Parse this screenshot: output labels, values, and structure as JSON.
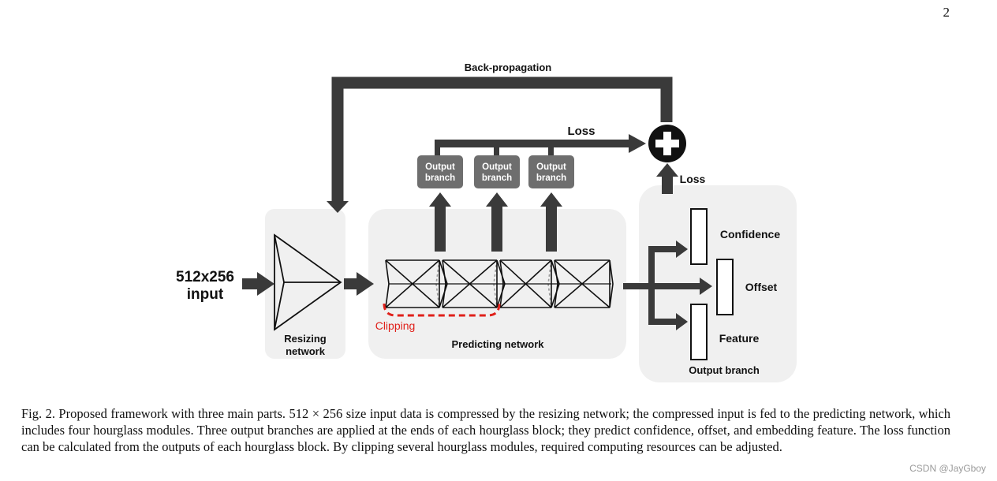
{
  "page_number": "2",
  "diagram": {
    "backprop_label": "Back-propagation",
    "loss_top_label": "Loss",
    "loss_right_label": "Loss",
    "input_label_line1": "512x256",
    "input_label_line2": "input",
    "resizing_label_line1": "Resizing",
    "resizing_label_line2": "network",
    "predicting_label": "Predicting network",
    "clipping_label": "Clipping",
    "output_branch_label_line1": "Output",
    "output_branch_label_line2": "branch",
    "output_panel_label": "Output branch",
    "confidence_label": "Confidence",
    "offset_label": "Offset",
    "feature_label": "Feature",
    "colors": {
      "arrow": "#3a3a3a",
      "panel": "#f0f0f0",
      "branch_box": "#6e6e6e",
      "clipping": "#e0201a"
    }
  },
  "caption": {
    "text": "Fig. 2.  Proposed framework with three main parts. 512 × 256 size input data is compressed by the resizing network; the compressed input is fed to the predicting network, which includes four hourglass modules. Three output branches are applied at the ends of each hourglass block; they predict confidence, offset, and embedding feature. The loss function can be calculated from the outputs of each hourglass block. By clipping several hourglass modules, required computing resources can be adjusted."
  },
  "watermark": "CSDN @JayGboy"
}
